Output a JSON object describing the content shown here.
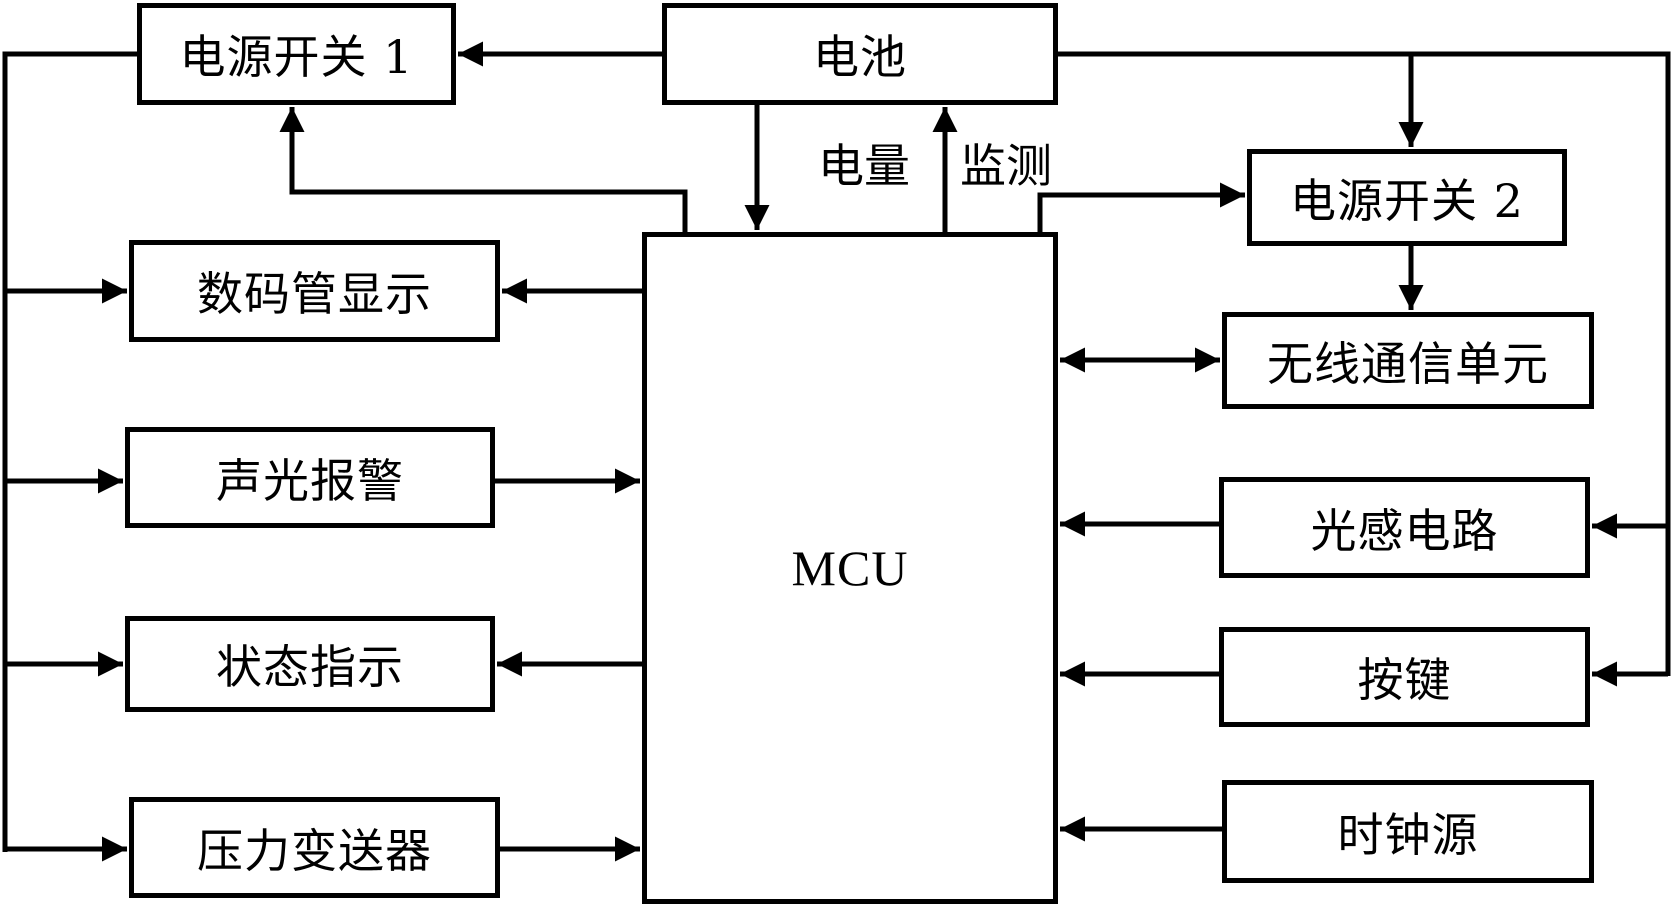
{
  "diagram": {
    "blocks": {
      "power_switch_1": "电源开关 1",
      "battery": "电池",
      "power_switch_2": "电源开关 2",
      "digital_display": "数码管显示",
      "wireless_unit": "无线通信单元",
      "sound_light_alarm": "声光报警",
      "light_sensor": "光感电路",
      "status_indicator": "状态指示",
      "keys": "按键",
      "pressure_transmitter": "压力变送器",
      "clock_source": "时钟源",
      "mcu": "MCU"
    },
    "labels": {
      "charge_left": "电量",
      "charge_right": "监测"
    },
    "colors": {
      "line": "#000000",
      "background": "#ffffff"
    }
  }
}
